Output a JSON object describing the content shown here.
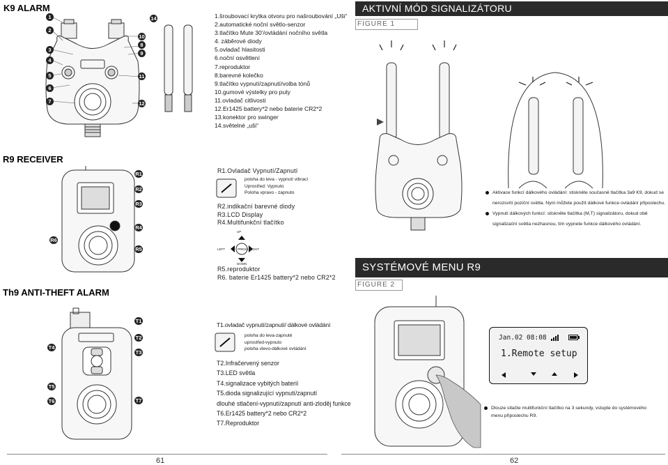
{
  "left_page": {
    "k9_title": "K9  ALARM",
    "k9_numbers": [
      "1",
      "2",
      "3",
      "4",
      "5",
      "6",
      "7"
    ],
    "k9_numbers_right": [
      "10",
      "8",
      "9",
      "11",
      "12",
      "14"
    ],
    "k9_items": [
      "1.šroubovací krytka otvoru pro našroubování „Uši“",
      "2.automatické noční světlo-senzor",
      "3.tlačítko Mute 30'/ovládání nočního světla",
      "4. záběrové diody",
      "5.ovladač hlasitosti",
      "6.noční osvětlení",
      "7.reproduktor",
      "8.barevné kolečko",
      "9.tlačítko vypnutí/zapnutí/volba tónů",
      "10.gumové výstelky pro puty",
      "11.ovladač citlivosti",
      "12.Er1425 battery*2 nebo baterie CR2*2",
      "13.konektor pro swinger",
      "14.světelné „uši“"
    ],
    "r9_title": "R9  RECEIVER",
    "r9_numbers": [
      "R1",
      "R2",
      "R3",
      "R4",
      "R5",
      "R6"
    ],
    "r9_r1_title": "R1.Ovladač Vypnutí/Zapnutí",
    "r9_r1_options": [
      "poloha do leva - vypnutí vibrací",
      "Uprostřed: Vypnuto",
      "Poloha vpravo - zapnuto"
    ],
    "r9_items": [
      "R2.indikační barevné diody",
      "R3.LCD Display",
      "R4.Multifunkční tlačítko"
    ],
    "dpad": {
      "up": "UP",
      "down": "DOWN",
      "left": "LEFT",
      "right": "RIGHT",
      "center": "PRESS"
    },
    "r9_items2": [
      "R5.reproduktor",
      "R6. baterie Er1425 battery*2 nebo CR2*2"
    ],
    "th9_title": "Th9  ANTI-THEFT ALARM",
    "th9_numbers": [
      "T1",
      "T2",
      "T3",
      "T4",
      "T5",
      "T6",
      "T7"
    ],
    "th9_t1_title": "T1.ovladač vypnutí/zapnutí/ dálkové ovládání",
    "th9_t1_options": [
      "poloha do leva-zapnuté",
      "uprostřed-vypnuto",
      "poloha vlevo-dálkové ovládání"
    ],
    "th9_items": [
      "T2.Infračervený senzor",
      "T3.LED světla",
      "T4.signalizace vybitých baterií",
      "T5.dioda signalizující vypnutí/zapnutí",
      "dlouhé stlačení-vypnutí/zapnutí anti-zloděj funkce",
      "T6.Er1425 battery*2 nebo CR2*2",
      "T7.Reproduktor"
    ],
    "page_number": "61"
  },
  "right_page": {
    "banner1": "AKTIVNÍ MÓD SIGNALIZÁTORU",
    "figure1": "FIGURE 1",
    "bullets1": [
      "Aktivace funkcí dálkového ovládání: stiskněte současně tlačítka 3a9 K9, dokud se",
      "nerozsvítí poziční světla. Nyní můžete použít dálkové funkce ovládání připoslechu.",
      "Vypnutí dálkových funkcí: stiskněte tlačítka (M,T) signalizátoru, dokud obě",
      "signalizační světla nezhasnou, tím vypnete funkce dálkového ovládání."
    ],
    "banner2": "SYSTÉMOVÉ MENU R9",
    "figure2": "FIGURE 2",
    "lcd": {
      "date": "Jan.02 08:08",
      "menu": "1.Remote setup"
    },
    "bullets2": [
      "Dlouze stlačte multifunkční tlačítko na 3 sekundy, vstupte do systémového",
      "menu připoslechu R9."
    ],
    "page_number": "62"
  }
}
